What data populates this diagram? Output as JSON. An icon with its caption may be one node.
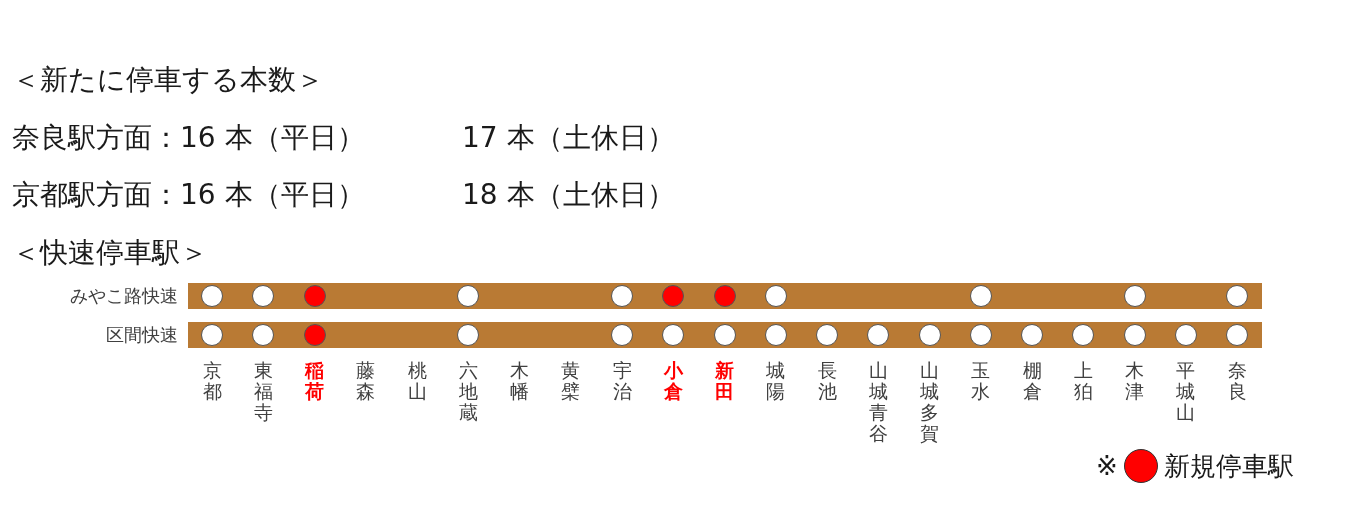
{
  "diagram": {
    "title": "＜新たに停車する本数＞",
    "nodes": [
      {
        "text": [
          "みやこ路快速"
        ]
      },
      {
        "text": [],
        "shape": "circle",
        "in": 0
      },
      {
        "text": [],
        "shape": "circle",
        "in": 0
      },
      {
        "text": [],
        "shape": "circle",
        "in": 0
      },
      {
        "text": [],
        "shape": "circle",
        "in": 0
      },
      {
        "text": [],
        "shape": "circle",
        "in": 0
      },
      {
        "text": [],
        "shape": "circle",
        "in": 0
      },
      {
        "text": [],
        "shape": "circle",
        "in": 0
      },
      {
        "text": [],
        "shape": "circle",
        "in": 0
      },
      {
        "text": [],
        "shape": "circle",
        "in": 0
      },
      {
        "text": [],
        "shape": "circle",
        "in": 0
      },
      {
        "text": [],
        "shape": "circle",
        "in": 0
      },
      {
        "text": [
          "区間快速"
        ]
      },
      {
        "text": [],
        "shape": "circle",
        "in": 12
      },
      {
        "text": [],
        "shape": "circle",
        "in": 12
      },
      {
        "text": [],
        "shape": "circle",
        "in": 12
      },
      {
        "text": [],
        "shape": "circle",
        "in": 12
      },
      {
        "text": [],
        "shape": "circle",
        "in": 12
      },
      {
        "text": [],
        "shape": "circle",
        "in": 12
      },
      {
        "text": [],
        "shape": "circle",
        "in": 12
      },
      {
        "text": [],
        "shape": "circle",
        "in": 12
      },
      {
        "text": [],
        "shape": "circle",
        "in": 12
      },
      {
        "text": [],
        "shape": "circle",
        "in": 12
      },
      {
        "text": [],
        "shape": "circle",
        "in": 12
      },
      {
        "text": [],
        "shape": "circle",
        "in": 12
      },
      {
        "text": [],
        "shape": "circle",
        "in": 12
      },
      {
        "text": [],
        "shape": "circle",
        "in": 12
      },
      {
        "text": [],
        "shape": "circle",
        "in": 12
      },
      {
        "text": [],
        "shape": "circle",
        "in": 12
      },
      {
        "text": [],
        "shape": "circle",
        "in": 12
      }
    ],
    "edges": [],
    "labels": [
      "奈良駅方面：16 本（平日）",
      "17 本（土休日）",
      "京都駅方面：16 本（平日）",
      "18 本（土休日）",
      "＜快速停車駅＞",
      "京都",
      "東福寺",
      "稲荷",
      "藤森",
      "桃山",
      "六地蔵",
      "木幡",
      "黄檗",
      "宇治",
      "小倉",
      "新田",
      "城陽",
      "長池",
      "山城青谷",
      "山城多賀",
      "玉水",
      "棚倉",
      "上狛",
      "木津",
      "平城山",
      "奈良",
      "※"
    ],
    "legend": [
      {
        "text": "新規停車駅",
        "color": "#ff0000"
      }
    ]
  }
}
